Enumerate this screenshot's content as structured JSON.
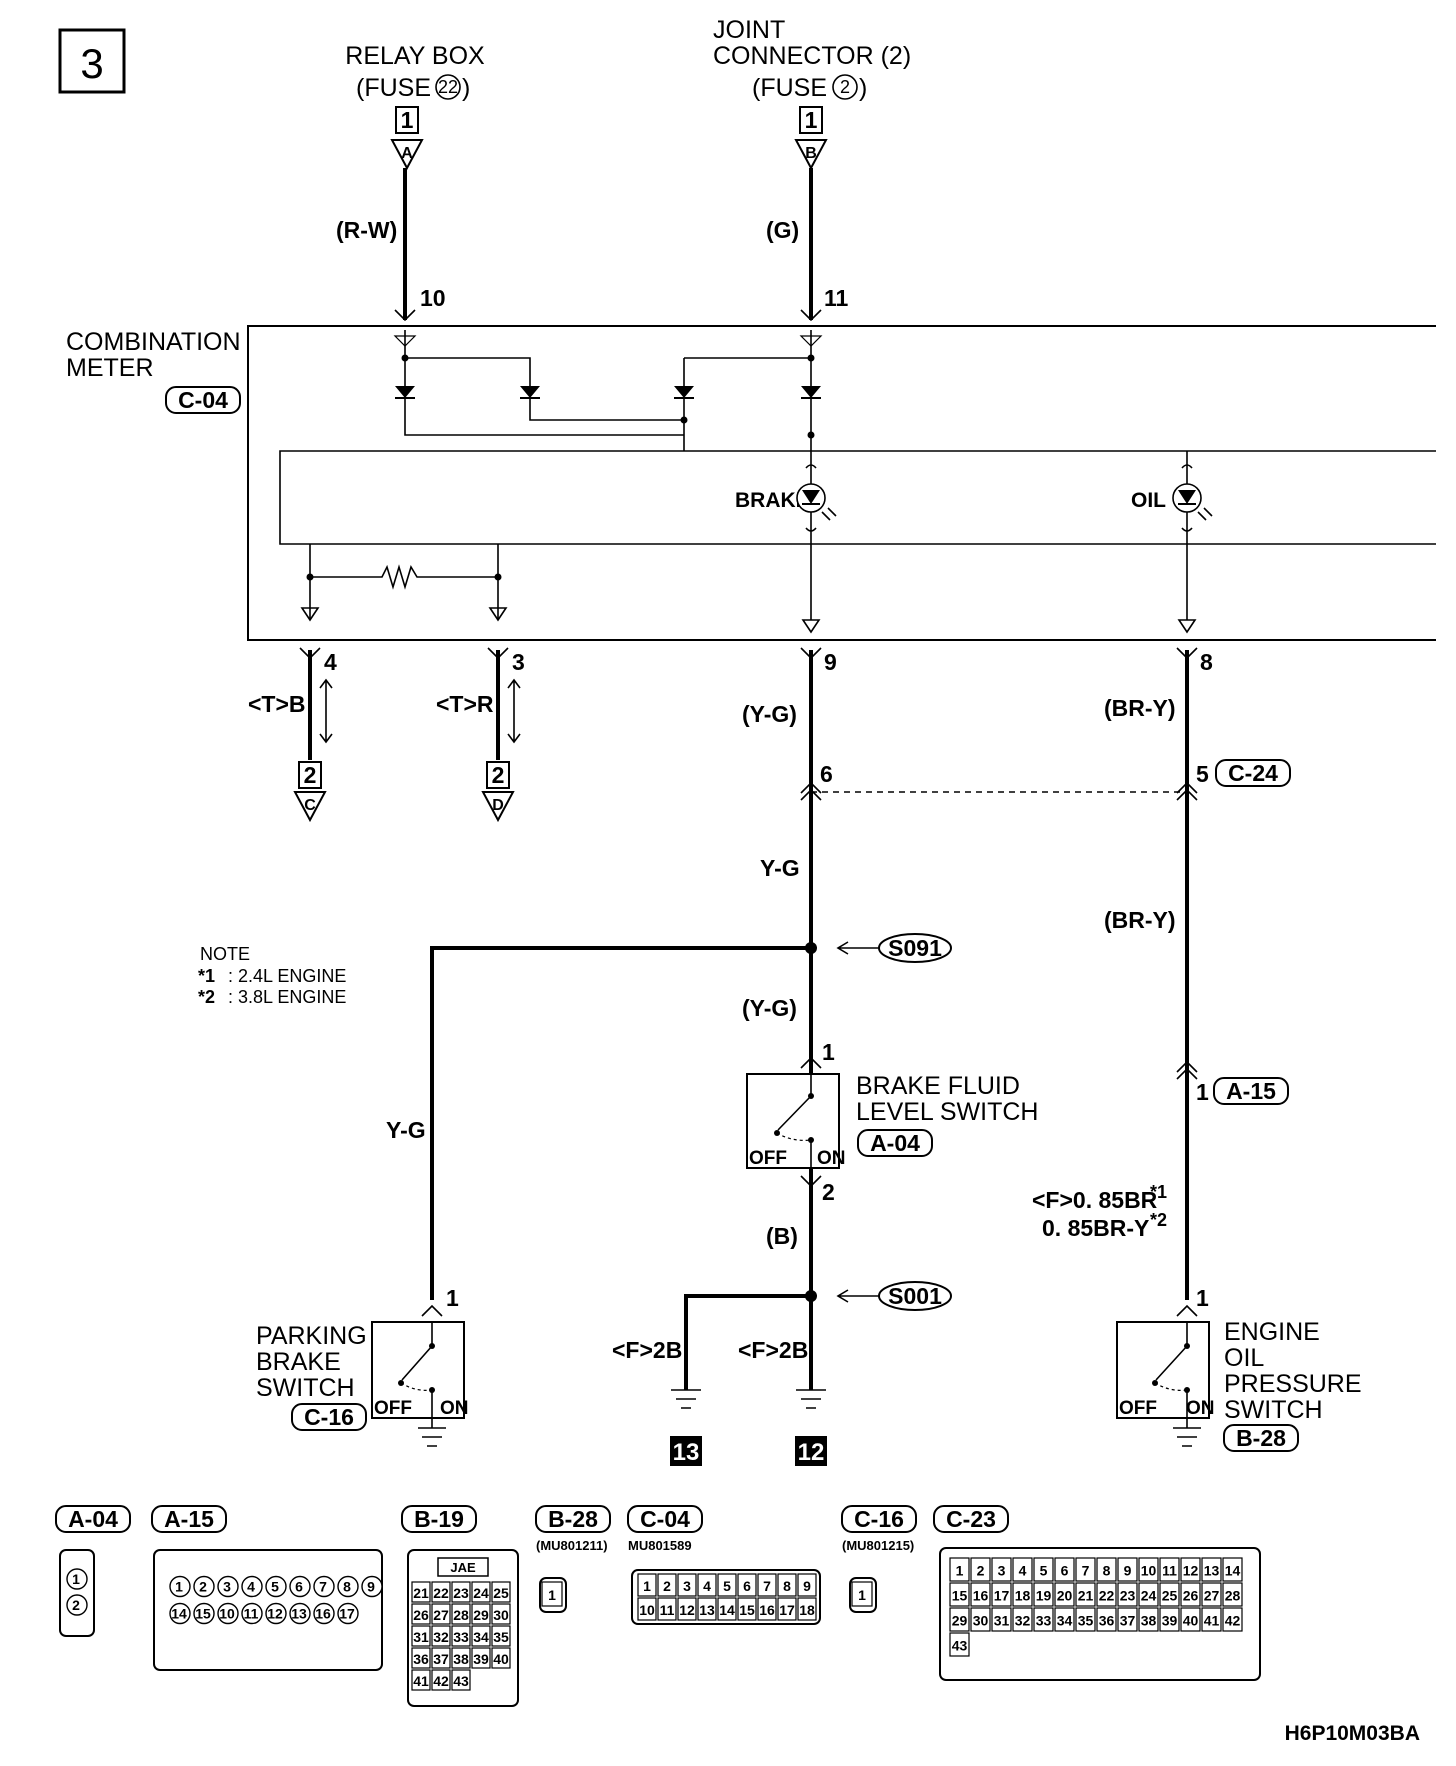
{
  "sheet_number": "3",
  "relay_box": {
    "line1": "RELAY BOX",
    "line2": "(FUSE",
    "fuse": "22",
    "line2_end": ")",
    "pin": "1",
    "connector": "A",
    "wire": "(R-W)",
    "meter_pin": "10"
  },
  "joint_connector": {
    "line1": "JOINT",
    "line2": "CONNECTOR (2)",
    "line3": "(FUSE",
    "fuse": "2",
    "line3_end": ")",
    "pin": "1",
    "connector": "B",
    "wire": "(G)",
    "meter_pin": "11"
  },
  "combination_meter": {
    "line1": "COMBINATION",
    "line2": "METER",
    "connector": "C-04",
    "brake_label": "BRAKE",
    "oil_label": "OIL"
  },
  "meter_outputs": [
    {
      "pin": "4",
      "wire": "<T>B",
      "dest_pin": "2",
      "dest": "C"
    },
    {
      "pin": "3",
      "wire": "<T>R",
      "dest_pin": "2",
      "dest": "D"
    },
    {
      "pin": "9",
      "wire": "(Y-G)"
    },
    {
      "pin": "8",
      "wire": "(BR-Y)"
    }
  ],
  "intermediate_connector": {
    "left_pin": "6",
    "right_pin": "5",
    "connector": "C-24"
  },
  "wire_labels": {
    "y_g_upper": "Y-G",
    "br_y_mid": "(BR-Y)",
    "y_g_mid": "(Y-G)",
    "y_g_left": "Y-G",
    "b_lower": "(B)",
    "f2b_left": "<F>2B",
    "f2b_right": "<F>2B",
    "oil_wire_line1": "<F>0. 85BR",
    "oil_wire_line2": "0. 85BR-Y",
    "star1": "*1",
    "star2": "*2"
  },
  "note": {
    "title": "NOTE",
    "line1_star": "*1",
    "line1": ": 2.4L ENGINE",
    "line2_star": "*2",
    "line2": ": 3.8L ENGINE"
  },
  "splices": {
    "upper": "S091",
    "lower": "S001"
  },
  "brake_fluid_switch": {
    "line1": "BRAKE FLUID",
    "line2": "LEVEL SWITCH",
    "connector": "A-04",
    "pin_top": "1",
    "pin_bottom": "2",
    "off": "OFF",
    "on": "ON"
  },
  "oil_pressure_switch": {
    "line1": "ENGINE",
    "line2": "OIL",
    "line3": "PRESSURE",
    "line4": "SWITCH",
    "connector": "B-28",
    "pin_top": "1",
    "off": "OFF",
    "on": "ON",
    "inline_pin": "1",
    "inline_connector": "A-15"
  },
  "parking_brake_switch": {
    "line1": "PARKING",
    "line2": "BRAKE",
    "line3": "SWITCH",
    "connector": "C-16",
    "pin_top": "1",
    "off": "OFF",
    "on": "ON"
  },
  "grounds": [
    "13",
    "12"
  ],
  "connector_views": [
    {
      "id": "A-04",
      "pins": [
        "1",
        "2"
      ]
    },
    {
      "id": "A-15",
      "pins": [
        "1",
        "2",
        "3",
        "4",
        "5",
        "6",
        "7",
        "8",
        "9",
        "14",
        "15",
        "10",
        "11",
        "12",
        "13",
        "16",
        "17"
      ]
    },
    {
      "id": "B-19",
      "maker": "JAE",
      "pins": [
        "21",
        "22",
        "23",
        "24",
        "25",
        "26",
        "27",
        "28",
        "29",
        "30",
        "31",
        "32",
        "33",
        "34",
        "35",
        "36",
        "37",
        "38",
        "39",
        "40",
        "41",
        "42",
        "43"
      ]
    },
    {
      "id": "B-28",
      "part": "(MU801211)",
      "pins": [
        "1"
      ]
    },
    {
      "id": "C-04",
      "part": "MU801589",
      "pins": [
        "1",
        "2",
        "3",
        "4",
        "5",
        "6",
        "7",
        "8",
        "9",
        "10",
        "11",
        "12",
        "13",
        "14",
        "15",
        "16",
        "17",
        "18"
      ]
    },
    {
      "id": "C-16",
      "part": "(MU801215)",
      "pins": [
        "1"
      ]
    },
    {
      "id": "C-23",
      "pins": [
        "1",
        "2",
        "3",
        "4",
        "5",
        "6",
        "7",
        "8",
        "9",
        "10",
        "11",
        "12",
        "13",
        "14",
        "15",
        "16",
        "17",
        "18",
        "19",
        "20",
        "21",
        "22",
        "23",
        "24",
        "25",
        "26",
        "27",
        "28",
        "29",
        "30",
        "31",
        "32",
        "33",
        "34",
        "35",
        "36",
        "37",
        "38",
        "39",
        "40",
        "41",
        "42",
        "43"
      ]
    }
  ],
  "footer_code": "H6P10M03BA"
}
